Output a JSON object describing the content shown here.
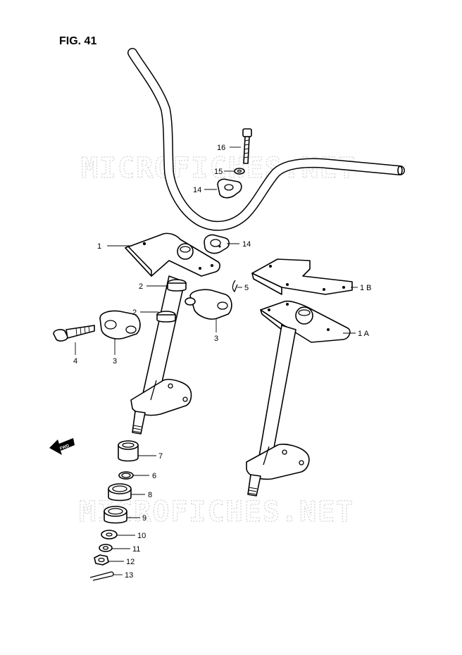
{
  "figure": {
    "title": "FIG. 41"
  },
  "watermark": {
    "text": "MICROFICHES.NET"
  },
  "fwd_badge": {
    "text": "FWD"
  },
  "callouts": [
    {
      "id": "c16",
      "label": "16"
    },
    {
      "id": "c15",
      "label": "15"
    },
    {
      "id": "c14a",
      "label": "14"
    },
    {
      "id": "c14b",
      "label": "14"
    },
    {
      "id": "c1",
      "label": "1"
    },
    {
      "id": "c2a",
      "label": "2"
    },
    {
      "id": "c2b",
      "label": "2"
    },
    {
      "id": "c5",
      "label": "5"
    },
    {
      "id": "c1b",
      "label": "1 B"
    },
    {
      "id": "c1a",
      "label": "1 A"
    },
    {
      "id": "c3a",
      "label": "3"
    },
    {
      "id": "c4",
      "label": "4"
    },
    {
      "id": "c3b",
      "label": "3"
    },
    {
      "id": "c7",
      "label": "7"
    },
    {
      "id": "c6",
      "label": "6"
    },
    {
      "id": "c8",
      "label": "8"
    },
    {
      "id": "c9",
      "label": "9"
    },
    {
      "id": "c10",
      "label": "10"
    },
    {
      "id": "c11",
      "label": "11"
    },
    {
      "id": "c12",
      "label": "12"
    },
    {
      "id": "c13",
      "label": "13"
    }
  ]
}
